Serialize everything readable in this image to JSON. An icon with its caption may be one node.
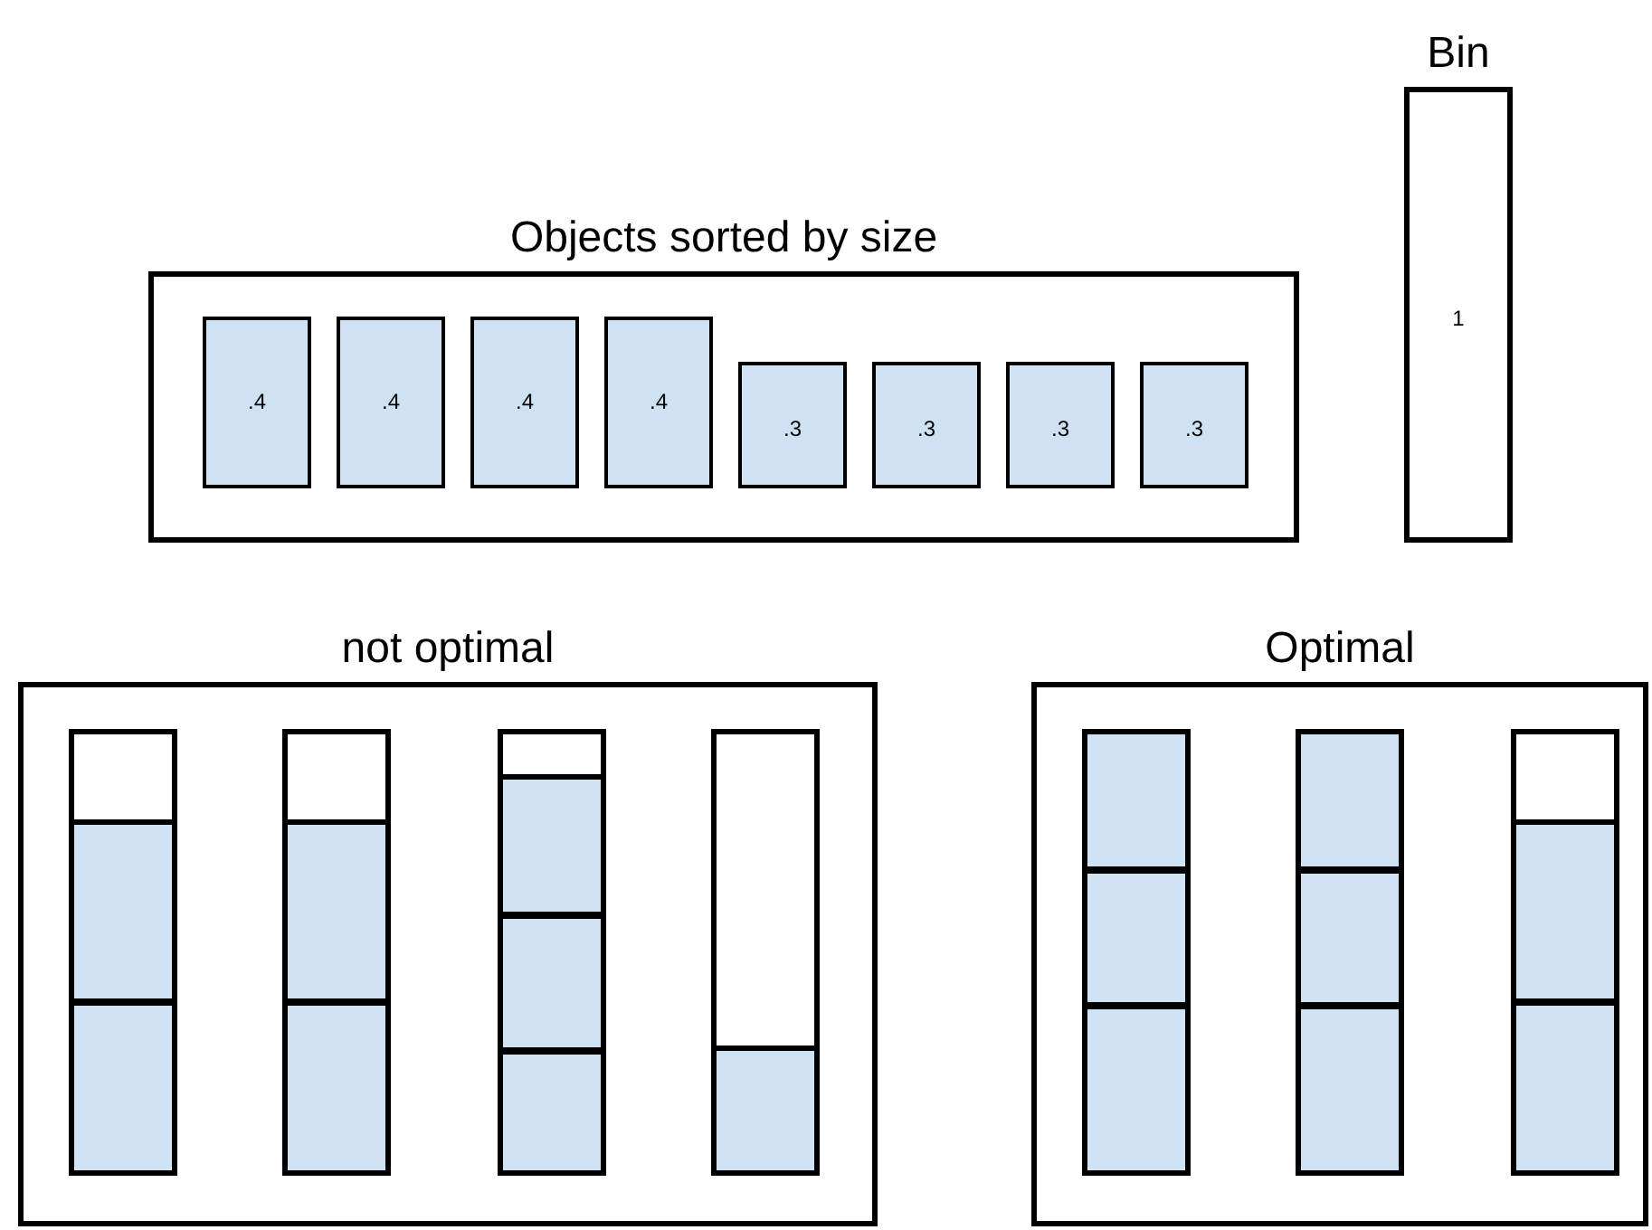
{
  "diagram": {
    "nodes": [
      {
        "text": [
          "Objects sorted by size"
        ]
      },
      {
        "text": [
          ".4"
        ],
        "in": 0
      },
      {
        "text": [
          ".4"
        ],
        "in": 0
      },
      {
        "text": [
          ".4"
        ],
        "in": 0
      },
      {
        "text": [
          ".4"
        ],
        "in": 0
      },
      {
        "text": [
          ".3"
        ],
        "in": 0
      },
      {
        "text": [
          ".3"
        ],
        "in": 0
      },
      {
        "text": [
          ".3"
        ],
        "in": 0
      },
      {
        "text": [
          ".3"
        ],
        "in": 0
      },
      {
        "text": [
          "Bin",
          "1"
        ]
      },
      {
        "text": [
          "not optimal"
        ]
      },
      {
        "text": [],
        "shape": "box",
        "in": 10
      },
      {
        "text": [],
        "shape": "box",
        "in": 11
      },
      {
        "text": [],
        "shape": "box",
        "in": 11
      },
      {
        "text": [],
        "shape": "box",
        "in": 10
      },
      {
        "text": [],
        "shape": "box",
        "in": 14
      },
      {
        "text": [],
        "shape": "box",
        "in": 14
      },
      {
        "text": [],
        "shape": "box",
        "in": 10
      },
      {
        "text": [],
        "shape": "box",
        "in": 17
      },
      {
        "text": [],
        "shape": "box",
        "in": 17
      },
      {
        "text": [],
        "shape": "box",
        "in": 17
      },
      {
        "text": [],
        "shape": "box",
        "in": 10
      },
      {
        "text": [],
        "shape": "box",
        "in": 21
      },
      {
        "text": [
          "Optimal"
        ]
      },
      {
        "text": [],
        "shape": "box",
        "in": 23
      },
      {
        "text": [],
        "shape": "box",
        "in": 24
      },
      {
        "text": [],
        "shape": "box",
        "in": 24
      },
      {
        "text": [],
        "shape": "box",
        "in": 24
      },
      {
        "text": [],
        "shape": "box",
        "in": 23
      },
      {
        "text": [],
        "shape": "box",
        "in": 28
      },
      {
        "text": [],
        "shape": "box",
        "in": 28
      },
      {
        "text": [],
        "shape": "box",
        "in": 28
      },
      {
        "text": [],
        "shape": "box",
        "in": 23
      },
      {
        "text": [],
        "shape": "box",
        "in": 32
      },
      {
        "text": [],
        "shape": "box",
        "in": 32
      }
    ]
  }
}
